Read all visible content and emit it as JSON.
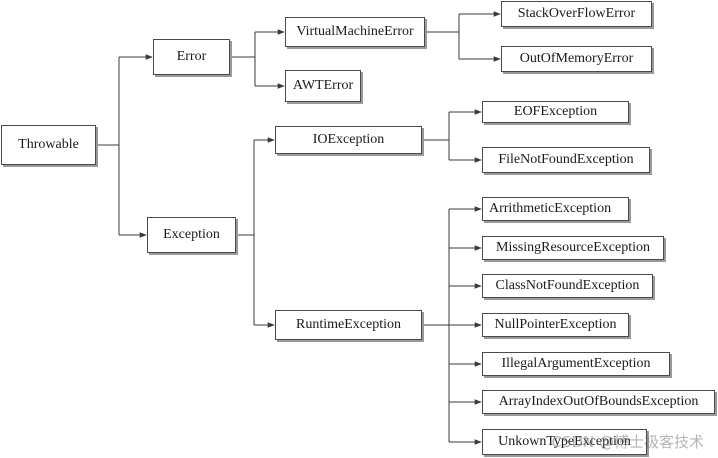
{
  "diagram": {
    "type": "class-hierarchy",
    "nodes": {
      "throwable": "Throwable",
      "error": "Error",
      "exception": "Exception",
      "virtual_machine_error": "VirtualMachineError",
      "awt_error": "AWTError",
      "stack_overflow_error": "StackOverFlowError",
      "out_of_memory_error": "OutOfMemoryError",
      "io_exception": "IOException",
      "runtime_exception": "RuntimeException",
      "eof_exception": "EOFException",
      "file_not_found_exception": "FileNotFoundException",
      "arrithmetic_exception": "ArrithmeticException",
      "missing_resource_exception": "MissingResourceException",
      "class_not_found_exception": "ClassNotFoundException",
      "null_pointer_exception": "NullPointerException",
      "illegal_argument_exception": "IllegalArgumentException",
      "array_index_out_of_bounds_exception": "ArrayIndexOutOfBoundsException",
      "unkown_type_exception": "UnkownTypeException"
    },
    "edges": [
      [
        "throwable",
        "error"
      ],
      [
        "throwable",
        "exception"
      ],
      [
        "error",
        "virtual_machine_error"
      ],
      [
        "error",
        "awt_error"
      ],
      [
        "virtual_machine_error",
        "stack_overflow_error"
      ],
      [
        "virtual_machine_error",
        "out_of_memory_error"
      ],
      [
        "exception",
        "io_exception"
      ],
      [
        "exception",
        "runtime_exception"
      ],
      [
        "io_exception",
        "eof_exception"
      ],
      [
        "io_exception",
        "file_not_found_exception"
      ],
      [
        "runtime_exception",
        "arrithmetic_exception"
      ],
      [
        "runtime_exception",
        "missing_resource_exception"
      ],
      [
        "runtime_exception",
        "class_not_found_exception"
      ],
      [
        "runtime_exception",
        "null_pointer_exception"
      ],
      [
        "runtime_exception",
        "illegal_argument_exception"
      ],
      [
        "runtime_exception",
        "array_index_out_of_bounds_exception"
      ],
      [
        "runtime_exception",
        "unkown_type_exception"
      ]
    ],
    "line_color": "#3a3a3a"
  },
  "watermark": "CSDN @博士极客技术"
}
